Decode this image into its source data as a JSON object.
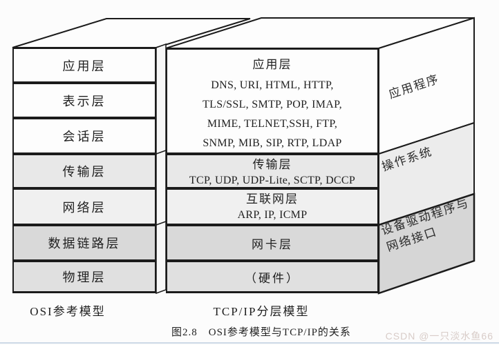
{
  "diagram": {
    "osi": {
      "layers": [
        "应用层",
        "表示层",
        "会话层",
        "传输层",
        "网络层",
        "数据链路层",
        "物理层"
      ],
      "model_label": "OSI参考模型"
    },
    "tcpip": {
      "rows": [
        {
          "title": "应用层",
          "lines": [
            "DNS, URI, HTML, HTTP,",
            "TLS/SSL, SMTP, POP, IMAP,",
            "MIME, TELNET,SSH, FTP,",
            "SNMP, MIB, SIP, RTP, LDAP"
          ]
        },
        {
          "title": "传输层",
          "lines": [
            "TCP, UDP, UDP-Lite, SCTP, DCCP"
          ]
        },
        {
          "title": "互联网层",
          "lines": [
            "ARP, IP, ICMP"
          ]
        },
        {
          "title": "网卡层",
          "lines": []
        },
        {
          "title": "（硬件）",
          "lines": []
        }
      ],
      "model_label": "TCP/IP分层模型"
    },
    "side_labels": {
      "application": "应用程序",
      "os": "操作系统",
      "driver_line1": "设备驱动程序与",
      "driver_line2": "网络接口"
    },
    "caption": "图2.8　OSI参考模型与TCP/IP的关系",
    "watermark": "CSDN @一只淡水鱼66",
    "colors": {
      "row_white": "#fdfdfd",
      "row_light_gray": "#e8e8e8",
      "row_lighter_gray": "#f0f0f0",
      "row_mid_gray": "#d9d9d9",
      "row_mid_gray2": "#e0e0e0",
      "side_os_gray": "#ececec",
      "side_driver_gray": "#d6d6d6",
      "border": "#1b1b1b",
      "watermark_color": "#d8ccc8",
      "bottom_rule_color": "#ccd8e6"
    }
  }
}
